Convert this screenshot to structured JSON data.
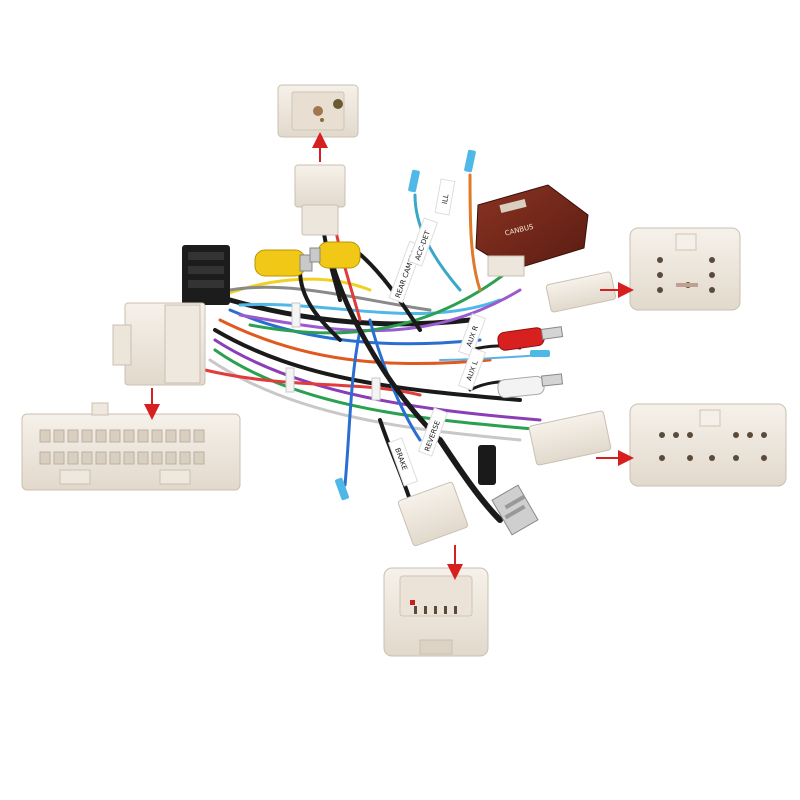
{
  "labels": {
    "aux_r": "AUX R",
    "aux_l": "AUX L",
    "brake": "BRAKE",
    "reverse": "REVERSE",
    "rear_camera": "REAR CAMERA",
    "acc_det": "ACC-DET",
    "ill": "ILL",
    "module_brand": "CANBUS"
  },
  "colors": {
    "connector_white": "#f2ece4",
    "connector_shadow": "#d8d0c4",
    "module_red": "#7a2a1c",
    "rca_yellow": "#f2c816",
    "rca_red": "#d82020",
    "arrow_red": "#d61f1f",
    "wire_black": "#1a1a1a"
  }
}
